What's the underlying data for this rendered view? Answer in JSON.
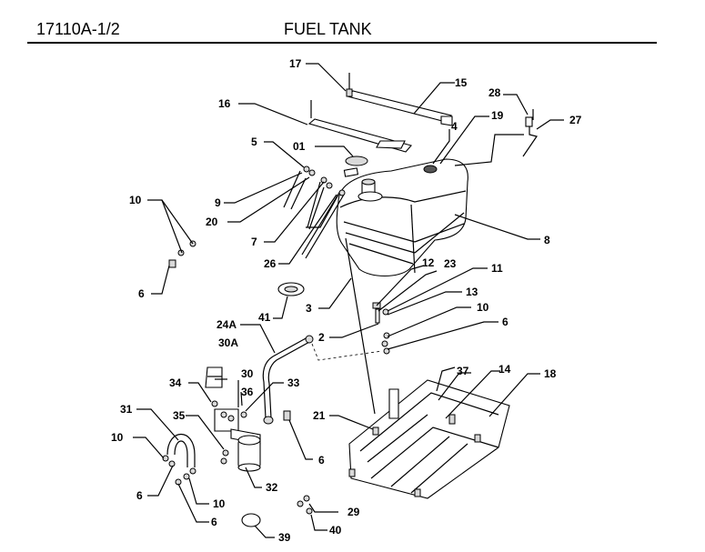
{
  "header": {
    "code": "17110A-1/2",
    "title": "FUEL TANK"
  },
  "callouts": [
    "17",
    "15",
    "16",
    "28",
    "19",
    "27",
    "4",
    "5",
    "01",
    "9",
    "20",
    "10",
    "7",
    "26",
    "8",
    "3",
    "12",
    "23",
    "11",
    "6",
    "41",
    "13",
    "10",
    "2",
    "24A",
    "6",
    "30A",
    "34",
    "30",
    "33",
    "37",
    "14",
    "18",
    "36",
    "31",
    "21",
    "35",
    "10",
    "6",
    "32",
    "10",
    "6",
    "6",
    "29",
    "40",
    "39"
  ]
}
